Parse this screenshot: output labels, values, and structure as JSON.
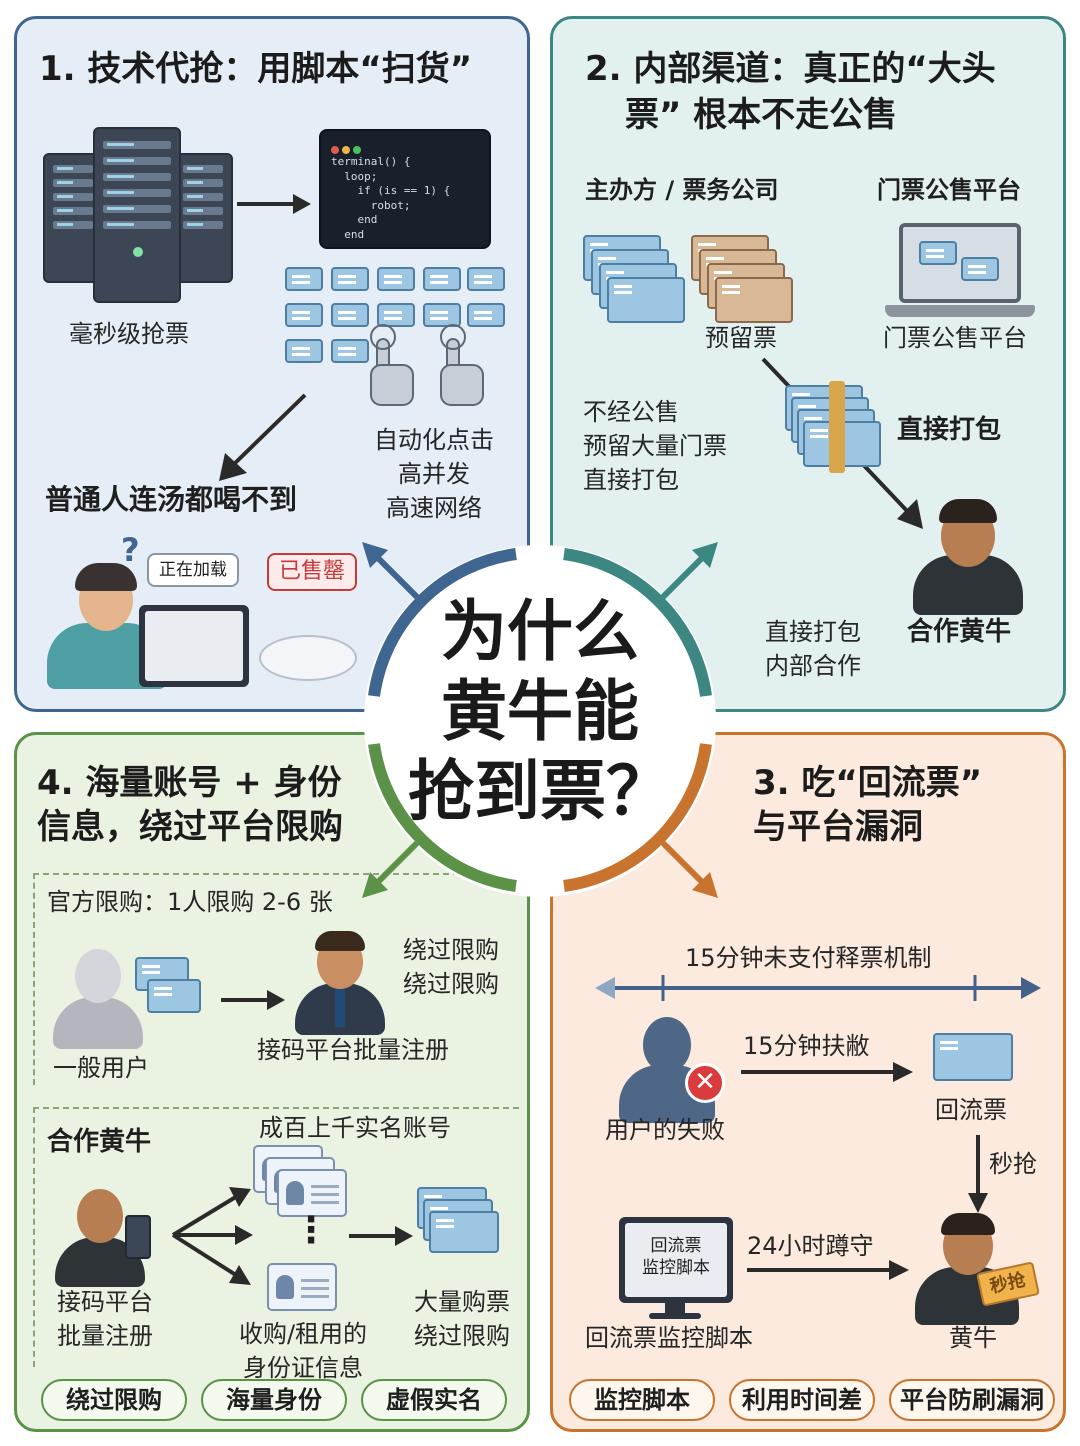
{
  "center": {
    "title_lines": [
      "为什么",
      "黄牛能",
      "抢到票？"
    ]
  },
  "panel1": {
    "title": "1. 技术代抢：用脚本“扫货”",
    "terminal_code": "terminal() {\n  loop;\n    if (is == 1) {\n      robot;\n    end\n  end",
    "server_caption": "毫秒级抢票",
    "automation_lines": [
      "自动化点击",
      "高并发",
      "高速网络"
    ],
    "common_people": "普通人连汤都喝不到",
    "loading_bubble": "正在加载",
    "question_mark": "?",
    "sold_out": "已售罄"
  },
  "panel2": {
    "title_line1": "2. 内部渠道：真正的“大头",
    "title_line2": "票” 根本不走公售",
    "organizer_label": "主办方 / 票务公司",
    "platform_label": "门票公售平台",
    "reserved_label": "预留票",
    "platform_caption": "门票公售平台",
    "reasons": [
      "不经公售",
      "预留大量门票",
      "直接打包"
    ],
    "package_label": "直接打包",
    "bottom_lines": [
      "直接打包",
      "内部合作"
    ],
    "partner_label": "合作黄牛"
  },
  "panel3": {
    "title_line1": "3. 吃“回流票”",
    "title_line2": "与平台漏洞",
    "timeline_label": "15分钟未支付释票机制",
    "wait_label": "15分钟扶敝",
    "user_fail": "用户的失败",
    "returned_ticket": "回流票",
    "grab": "秒抢",
    "monitor_screen_lines": [
      "回流票",
      "监控脚本"
    ],
    "hours_label": "24小时蹲守",
    "monitor_caption": "回流票监控脚本",
    "scalper": "黄牛",
    "ticket_stamp": "秒抢",
    "pills": [
      "监控脚本",
      "利用时间差",
      "平台防刷漏洞"
    ],
    "accent_color": "#c8742f"
  },
  "panel4": {
    "title_line1": "4. 海量账号 + 身份",
    "title_line2": "信息，绕过平台限购",
    "limit_rule": "官方限购：1人限购 2-6 张",
    "bypass_lines": [
      "绕过限购",
      "绕过限购"
    ],
    "normal_user": "一般用户",
    "sms_register": "接码平台批量注册",
    "partner_header": "合作黄牛",
    "accounts_label": "成百上千实名账号",
    "sms_lines": [
      "接码平台",
      "批量注册"
    ],
    "id_lines": [
      "收购/租用的",
      "身份证信息"
    ],
    "bulk_lines": [
      "大量购票",
      "绕过限购"
    ],
    "ellipsis": "⋮",
    "pills": [
      "绕过限购",
      "海量身份",
      "虚假实名"
    ],
    "accent_color": "#5b9247"
  }
}
